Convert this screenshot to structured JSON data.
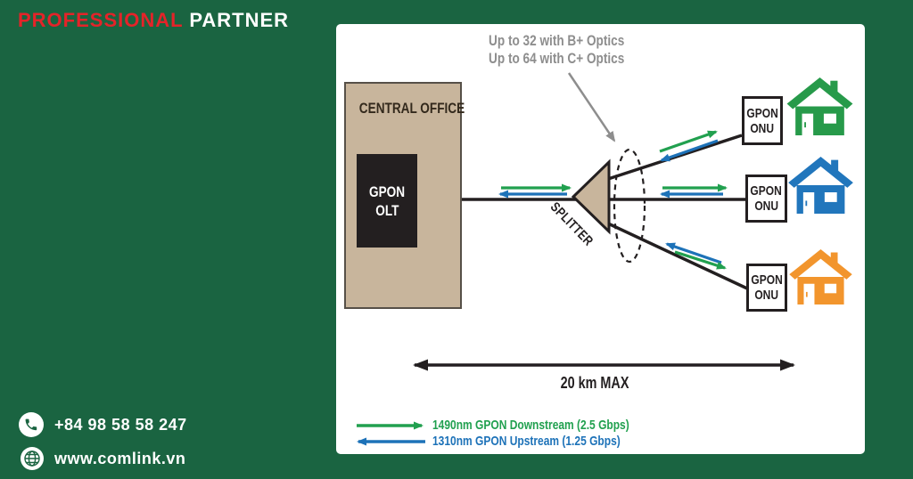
{
  "brand": {
    "word_red": "PROFESSIONAL",
    "word_white": "PARTNER"
  },
  "contact": {
    "phone": "+84 98 58 58 247",
    "website": "www.comlink.vn"
  },
  "diagram": {
    "annotation": {
      "line1": "Up to 32 with B+ Optics",
      "line2": "Up to 64 with C+ Optics"
    },
    "central_office_label": "CENTRAL OFFICE",
    "olt": {
      "line1": "GPON",
      "line2": "OLT"
    },
    "splitter_label": "SPLITTER",
    "onu": {
      "line1": "GPON",
      "line2": "ONU"
    },
    "distance_label": "20 km MAX",
    "legend": {
      "downstream": "1490nm GPON Downstream (2.5 Gbps)",
      "upstream": "1310nm GPON Upstream (1.25 Gbps)"
    }
  },
  "colors": {
    "bg_green": "#1a6441",
    "red": "#e52329",
    "tan": "#c8b59c",
    "dark_brown": "#33291c",
    "ink": "#231f20",
    "gray": "#8e8e8e",
    "arrow_green": "#21a04f",
    "arrow_blue": "#1d72b8",
    "house_green": "#279a4a",
    "house_blue": "#2176bc",
    "house_orange": "#f2952d"
  }
}
